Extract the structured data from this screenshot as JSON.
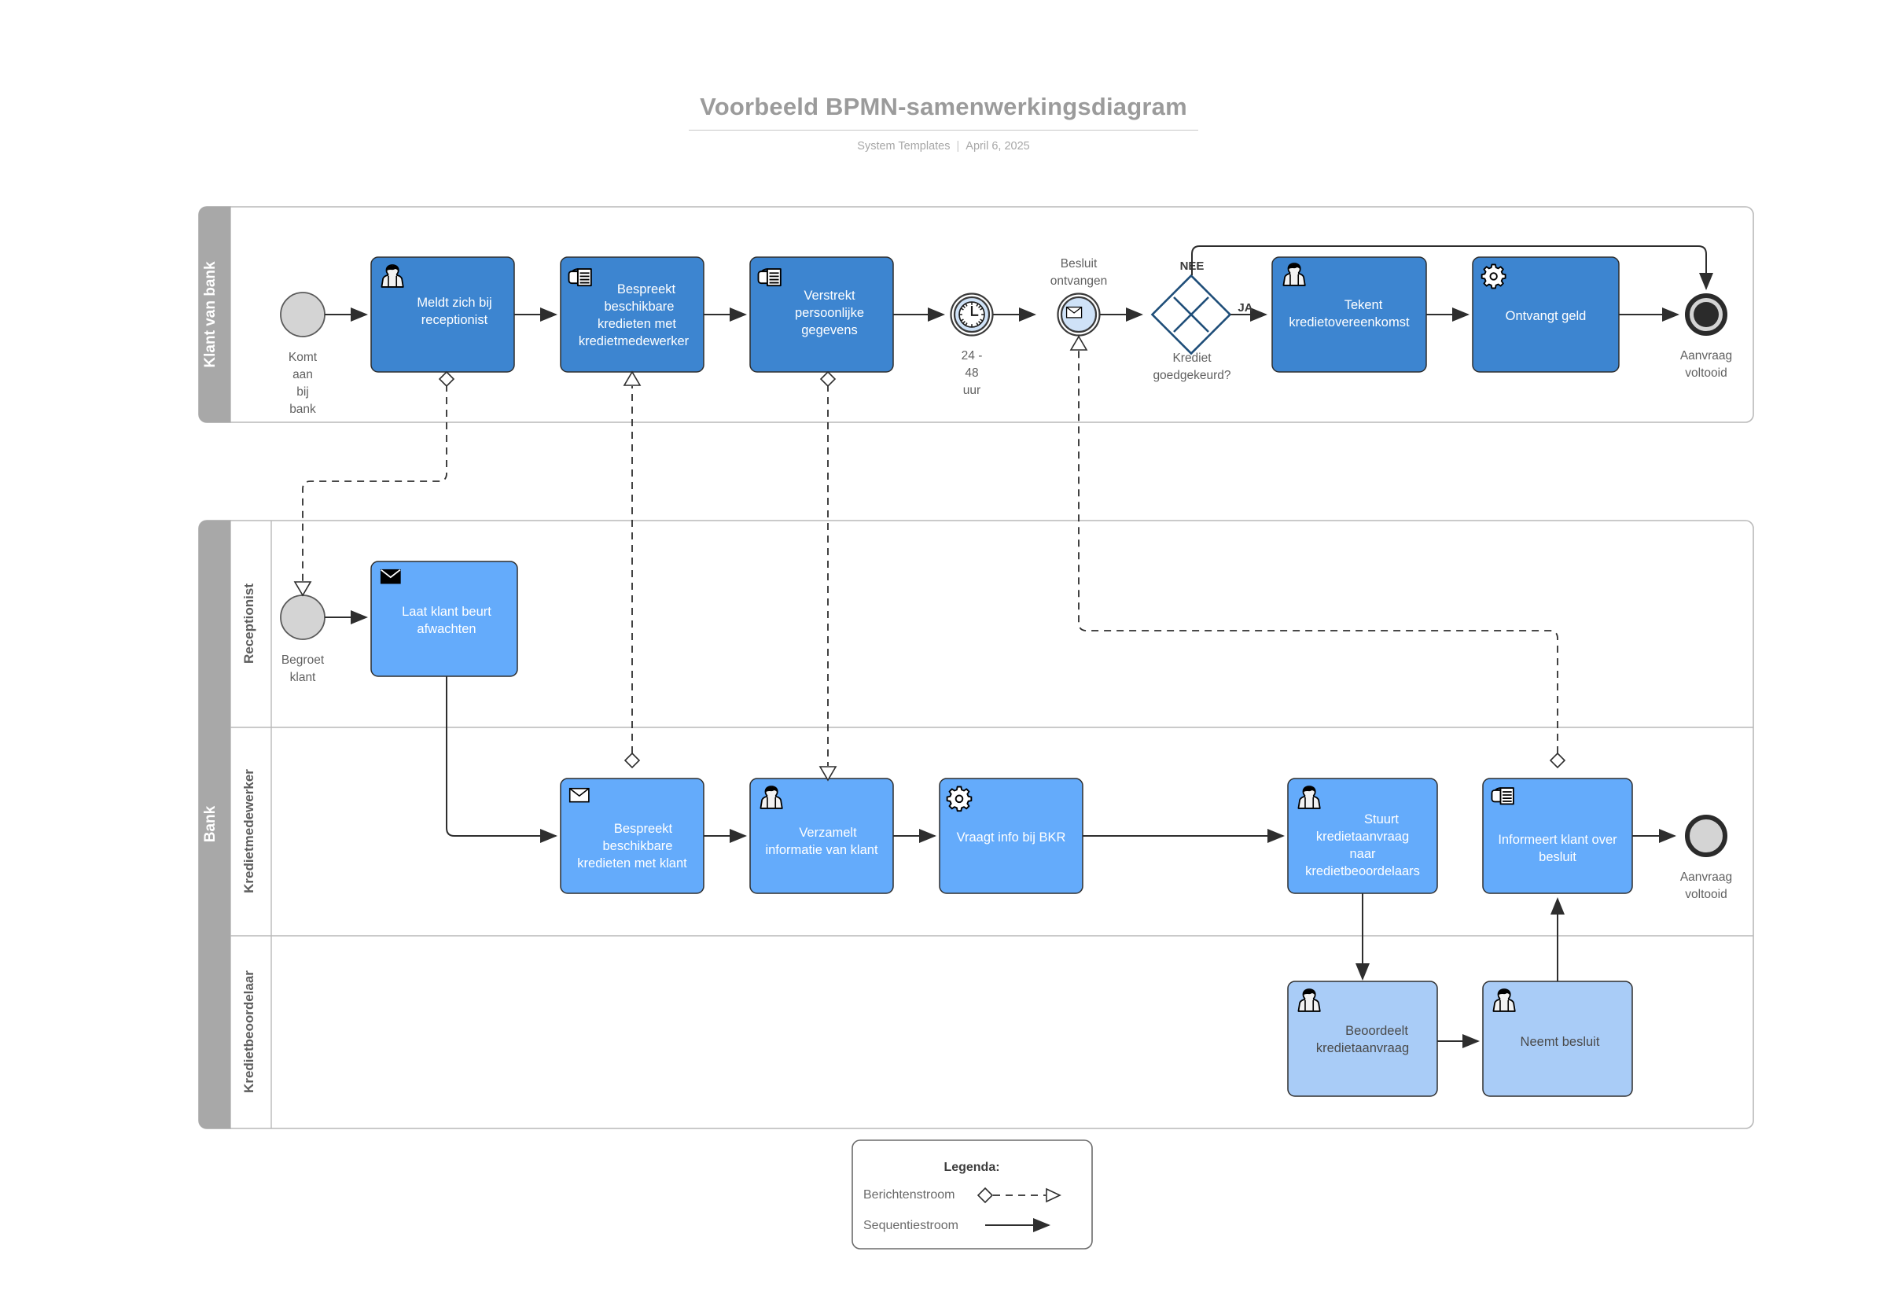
{
  "header": {
    "title": "Voorbeeld BPMN-samenwerkingsdiagram",
    "author": "System Templates",
    "separator": "|",
    "date": "April 6, 2025"
  },
  "pools": [
    {
      "id": "klant",
      "label": "Klant van bank",
      "lanes": []
    },
    {
      "id": "bank",
      "label": "Bank",
      "lanes": [
        {
          "id": "receptionist",
          "label": "Receptionist"
        },
        {
          "id": "kredietmedewerker",
          "label": "Kredietmedewerker"
        },
        {
          "id": "kredietbeoordelaar",
          "label": "Kredietbeoordelaar"
        }
      ]
    }
  ],
  "events": [
    {
      "id": "ev-komt-aan",
      "type": "start",
      "pool": "klant",
      "label": "Komt\naan\nbij\nbank",
      "label_lines": [
        "Komt",
        "aan",
        "bij",
        "bank"
      ]
    },
    {
      "id": "ev-timer",
      "type": "intermediate-timer",
      "pool": "klant",
      "label_lines": [
        "24 -",
        "48",
        "uur"
      ],
      "icon": "clock-icon"
    },
    {
      "id": "ev-besluit-ontvangen",
      "type": "intermediate-message",
      "pool": "klant",
      "label_lines": [
        "Besluit",
        "ontvangen"
      ],
      "icon": "envelope-icon"
    },
    {
      "id": "ev-aanvraag-voltooid-klant",
      "type": "end",
      "pool": "klant",
      "label_lines": [
        "Aanvraag",
        "voltooid"
      ]
    },
    {
      "id": "ev-begroet-klant",
      "type": "start",
      "pool": "receptionist",
      "label_lines": [
        "Begroet",
        "klant"
      ]
    },
    {
      "id": "ev-aanvraag-voltooid-bank",
      "type": "end",
      "pool": "kredietmedewerker",
      "label_lines": [
        "Aanvraag",
        "voltooid"
      ]
    }
  ],
  "tasks": [
    {
      "id": "t-meldt-zich",
      "lane": "klant",
      "icon": "user-icon",
      "shade": "dark",
      "lines": [
        "Meldt zich bij",
        "receptionist"
      ]
    },
    {
      "id": "t-bespreekt-klant",
      "lane": "klant",
      "icon": "hand-icon",
      "shade": "dark",
      "lines": [
        "Bespreekt",
        "beschikbare",
        "kredieten met",
        "kredietmedewerker"
      ]
    },
    {
      "id": "t-verstrekt",
      "lane": "klant",
      "icon": "hand-icon",
      "shade": "dark",
      "lines": [
        "Verstrekt",
        "persoonlijke",
        "gegevens"
      ]
    },
    {
      "id": "t-tekent",
      "lane": "klant",
      "icon": "user-icon",
      "shade": "dark",
      "lines": [
        "Tekent",
        "kredietovereenkomst"
      ]
    },
    {
      "id": "t-ontvangt-geld",
      "lane": "klant",
      "icon": "gear-icon",
      "shade": "dark",
      "lines": [
        "Ontvangt geld"
      ]
    },
    {
      "id": "t-laat-wachten",
      "lane": "receptionist",
      "icon": "envelope-icon",
      "shade": "mid",
      "lines": [
        "Laat klant beurt",
        "afwachten"
      ]
    },
    {
      "id": "t-bespreekt-met-klant",
      "lane": "kredietmedewerker",
      "icon": "envelope-icon",
      "shade": "mid",
      "lines": [
        "Bespreekt",
        "beschikbare",
        "kredieten met klant"
      ]
    },
    {
      "id": "t-verzamelt",
      "lane": "kredietmedewerker",
      "icon": "user-icon",
      "shade": "mid",
      "lines": [
        "Verzamelt",
        "informatie van klant"
      ]
    },
    {
      "id": "t-vraagt-bkr",
      "lane": "kredietmedewerker",
      "icon": "gear-icon",
      "shade": "mid",
      "lines": [
        "Vraagt info bij BKR"
      ]
    },
    {
      "id": "t-stuurt",
      "lane": "kredietmedewerker",
      "icon": "user-icon",
      "shade": "mid",
      "lines": [
        "Stuurt",
        "kredietaanvraag",
        "naar",
        "kredietbeoordelaars"
      ]
    },
    {
      "id": "t-informeert",
      "lane": "kredietmedewerker",
      "icon": "hand-icon",
      "shade": "mid",
      "lines": [
        "Informeert klant over",
        "besluit"
      ]
    },
    {
      "id": "t-beoordeelt",
      "lane": "kredietbeoordelaar",
      "icon": "user-icon",
      "shade": "light",
      "lines": [
        "Beoordeelt",
        "kredietaanvraag"
      ]
    },
    {
      "id": "t-neemt-besluit",
      "lane": "kredietbeoordelaar",
      "icon": "user-icon",
      "shade": "light",
      "lines": [
        "Neemt besluit"
      ]
    }
  ],
  "gateway": {
    "id": "gw-krediet-goedgekeurd",
    "type": "complex",
    "label_lines": [
      "Krediet",
      "goedgekeurd?"
    ],
    "branches": [
      {
        "label": "NEE"
      },
      {
        "label": "JA"
      }
    ]
  },
  "labels": {
    "task_meldt_l1": "Meldt zich bij",
    "task_meldt_l2": "receptionist",
    "task_bespreekt_klant_l1": "Bespreekt",
    "task_bespreekt_klant_l2": "beschikbare",
    "task_bespreekt_klant_l3": "kredieten met",
    "task_bespreekt_klant_l4": "kredietmedewerker",
    "task_verstrekt_l1": "Verstrekt",
    "task_verstrekt_l2": "persoonlijke",
    "task_verstrekt_l3": "gegevens",
    "task_tekent_l1": "Tekent",
    "task_tekent_l2": "kredietovereenkomst",
    "task_ontvangt_geld": "Ontvangt geld",
    "task_laat_wachten_l1": "Laat klant beurt",
    "task_laat_wachten_l2": "afwachten",
    "task_bespreekt_met_klant_l1": "Bespreekt",
    "task_bespreekt_met_klant_l2": "beschikbare",
    "task_bespreekt_met_klant_l3": "kredieten met klant",
    "task_verzamelt_l1": "Verzamelt",
    "task_verzamelt_l2": "informatie van klant",
    "task_vraagt_bkr": "Vraagt info bij BKR",
    "task_stuurt_l1": "Stuurt",
    "task_stuurt_l2": "kredietaanvraag",
    "task_stuurt_l3": "naar",
    "task_stuurt_l4": "kredietbeoordelaars",
    "task_informeert_l1": "Informeert klant over",
    "task_informeert_l2": "besluit",
    "task_beoordeelt_l1": "Beoordeelt",
    "task_beoordeelt_l2": "kredietaanvraag",
    "task_neemt_besluit": "Neemt besluit",
    "ev_komt_l1": "Komt",
    "ev_komt_l2": "aan",
    "ev_komt_l3": "bij",
    "ev_komt_l4": "bank",
    "ev_timer_l1": "24 -",
    "ev_timer_l2": "48",
    "ev_timer_l3": "uur",
    "ev_besluit_l1": "Besluit",
    "ev_besluit_l2": "ontvangen",
    "ev_end_klant_l1": "Aanvraag",
    "ev_end_klant_l2": "voltooid",
    "ev_begroet_l1": "Begroet",
    "ev_begroet_l2": "klant",
    "ev_end_bank_l1": "Aanvraag",
    "ev_end_bank_l2": "voltooid",
    "gw_l1": "Krediet",
    "gw_l2": "goedgekeurd?",
    "gw_nee": "NEE",
    "gw_ja": "JA",
    "pool_klant": "Klant van bank",
    "pool_bank": "Bank",
    "lane_receptionist": "Receptionist",
    "lane_kredietmedewerker": "Kredietmedewerker",
    "lane_kredietbeoordelaar": "Kredietbeoordelaar"
  },
  "legend": {
    "title": "Legenda:",
    "rows": [
      {
        "label": "Berichtenstroom",
        "style": "dashed-open-arrow"
      },
      {
        "label": "Sequentiestroom",
        "style": "solid-filled-arrow"
      }
    ],
    "row1_label": "Berichtenstroom",
    "row2_label": "Sequentiestroom"
  },
  "colors": {
    "task_dark_blue": "#3d85d0",
    "task_mid_blue": "#64abfb",
    "task_light_blue": "#a9ccf7",
    "pool_header_gray": "#a8a8a8",
    "gateway_stroke": "#1f4e79",
    "event_gray": "#d4d4d4",
    "title_gray": "#9b9b9b"
  }
}
